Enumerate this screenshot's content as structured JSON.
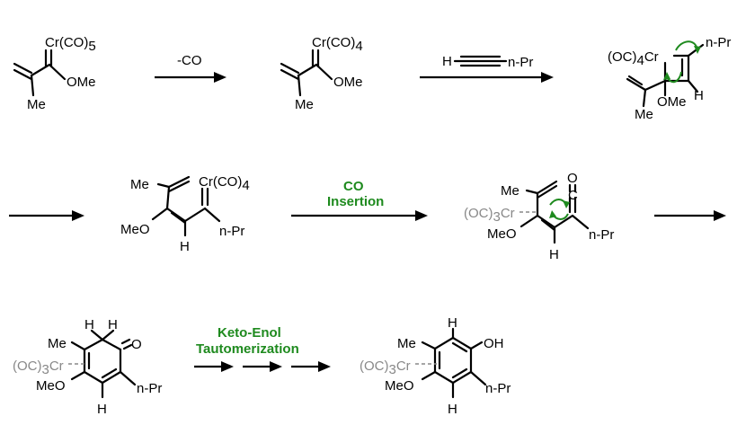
{
  "colors": {
    "ink": "#000000",
    "green": "#1e8a1e",
    "grey": "#888888"
  },
  "compound1": {
    "metal": "Cr(CO)",
    "metal_sub": "5",
    "ome": "OMe",
    "me": "Me"
  },
  "step1": {
    "label": "-CO"
  },
  "compound2": {
    "metal": "Cr(CO)",
    "metal_sub": "4",
    "ome": "OMe",
    "me": "Me"
  },
  "step2": {
    "h": "H",
    "npr": "n-Pr"
  },
  "compound3": {
    "oc": "(OC)",
    "oc_sub": "4",
    "cr": "Cr",
    "npr": "n-Pr",
    "ome": "OMe",
    "me": "Me",
    "h": "H"
  },
  "compound4": {
    "me": "Me",
    "metal": "Cr(CO)",
    "metal_sub": "4",
    "meo": "MeO",
    "npr": "n-Pr",
    "h": "H"
  },
  "step3": {
    "line1": "CO",
    "line2": "Insertion"
  },
  "compound5": {
    "me": "Me",
    "o": "O",
    "c": "C",
    "oc": "(OC)",
    "oc_sub": "3",
    "cr": "Cr",
    "meo": "MeO",
    "npr": "n-Pr",
    "h": "H"
  },
  "compound6": {
    "h1": "H",
    "h2": "H",
    "me": "Me",
    "o": "O",
    "oc": "(OC)",
    "oc_sub": "3",
    "cr": "Cr",
    "meo": "MeO",
    "npr": "n-Pr",
    "h": "H"
  },
  "step4": {
    "line1": "Keto-Enol",
    "line2": "Tautomerization"
  },
  "compound7": {
    "h_top": "H",
    "me": "Me",
    "oh": "OH",
    "oc": "(OC)",
    "oc_sub": "3",
    "cr": "Cr",
    "meo": "MeO",
    "npr": "n-Pr",
    "h": "H"
  }
}
